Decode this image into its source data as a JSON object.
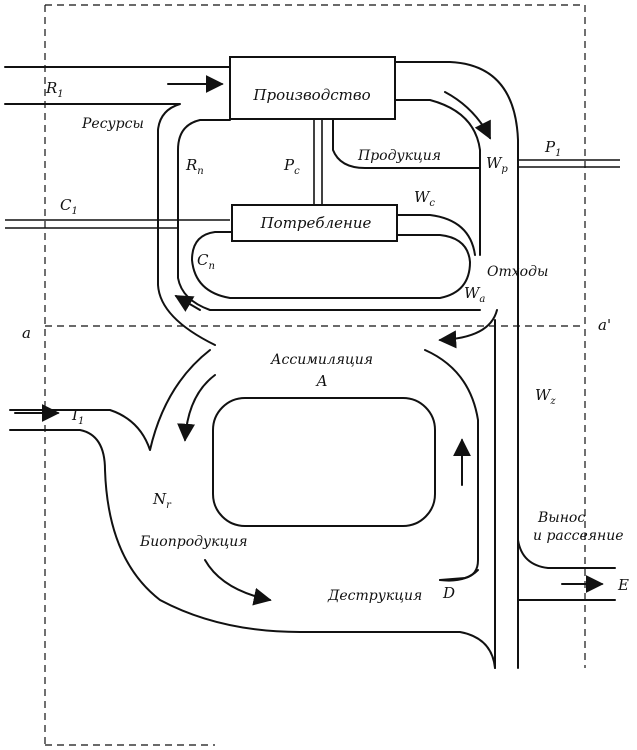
{
  "labels": {
    "r1": "R",
    "r1_sub": "1",
    "resources": "Ресурсы",
    "production": "Производство",
    "rn": "R",
    "rn_sub": "n",
    "pc": "P",
    "pc_sub": "c",
    "products": "Продукция",
    "wp": "W",
    "wp_sub": "p",
    "p1": "P",
    "p1_sub": "1",
    "c1": "C",
    "c1_sub": "1",
    "consumption": "Потребление",
    "wc": "W",
    "wc_sub": "c",
    "cn": "C",
    "cn_sub": "n",
    "waste": "Отходы",
    "wa": "W",
    "wa_sub": "a",
    "a_left": "a",
    "a_right": "a'",
    "assimilation": "Ассимиляция",
    "assim_a": "A",
    "i1": "I",
    "i1_sub": "1",
    "wz": "W",
    "wz_sub": "z",
    "nr": "N",
    "nr_sub": "r",
    "bioproduction": "Биопродукция",
    "export1": "Вынос",
    "export2": "и рассеяние",
    "destruction": "Деструкция",
    "d": "D",
    "e": "E"
  }
}
